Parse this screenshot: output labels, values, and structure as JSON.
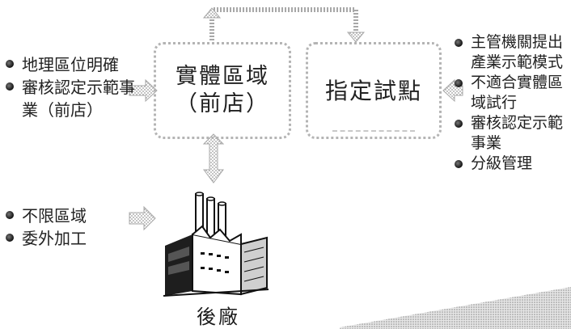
{
  "diagram": {
    "physical_area": {
      "line1": "實體區域",
      "line2": "（前店）"
    },
    "pilot": {
      "label": "指定試點"
    },
    "left_bullets": [
      "地理區位明確",
      "審核認定示範事業（前店）"
    ],
    "right_bullets": [
      "主管機關提出產業示範模式",
      "不適合實體區域試行",
      "審核認定示範事業",
      "分級管理"
    ],
    "bottom_bullets": [
      "不限區域",
      "委外加工"
    ],
    "factory": {
      "label": "後廠"
    }
  }
}
